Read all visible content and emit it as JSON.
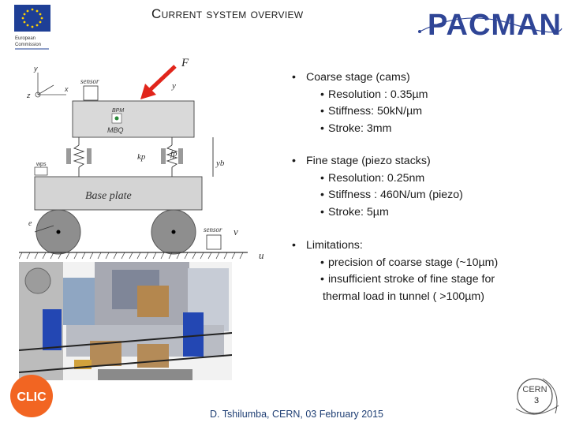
{
  "title": "Current system overview",
  "eu_logo": {
    "label_line1": "European",
    "label_line2": "Commission"
  },
  "pacman_logo": {
    "text": "PACMAN"
  },
  "diagram": {
    "force_label": "F",
    "sensor_top": "sensor",
    "sensor_bottom": "sensor",
    "bpm_label": "BPM",
    "mbq_label": "MBQ",
    "base_plate_label": "Base plate",
    "kp_label": "kp",
    "fp_label": "fp",
    "y_label": "y",
    "yb_label": "yb",
    "v_label": "v",
    "u_label": "u",
    "e_label": "e",
    "z_label": "z",
    "x_label": "x",
    "wps_label": "wps"
  },
  "bullets": [
    {
      "heading": "Coarse stage (cams)",
      "items": [
        "Resolution : 0.35µm",
        "Stiffness: 50kN/µm",
        "Stroke: 3mm"
      ]
    },
    {
      "heading": "Fine  stage (piezo stacks)",
      "items": [
        "Resolution: 0.25nm",
        "Stiffness : 460N/um (piezo)",
        "Stroke: 5µm"
      ]
    },
    {
      "heading": "Limitations:",
      "items": [
        "precision of coarse stage (~10µm)",
        "insufficient stroke of fine stage for"
      ],
      "continuation": "thermal load in tunnel ( >100µm)"
    }
  ],
  "clic_logo": {
    "text": "CLIC"
  },
  "cern_logo": {
    "text": "CERN"
  },
  "footer": "D. Tshilumba, CERN,  03 February 2015",
  "page_number": "3",
  "colors": {
    "eu_blue": "#1e3f96",
    "eu_star": "#ffd200",
    "pacman_blue": "#2f4596",
    "arrow_red": "#e1251b",
    "clic_orange": "#f26522",
    "footer_blue": "#1f3f74"
  }
}
